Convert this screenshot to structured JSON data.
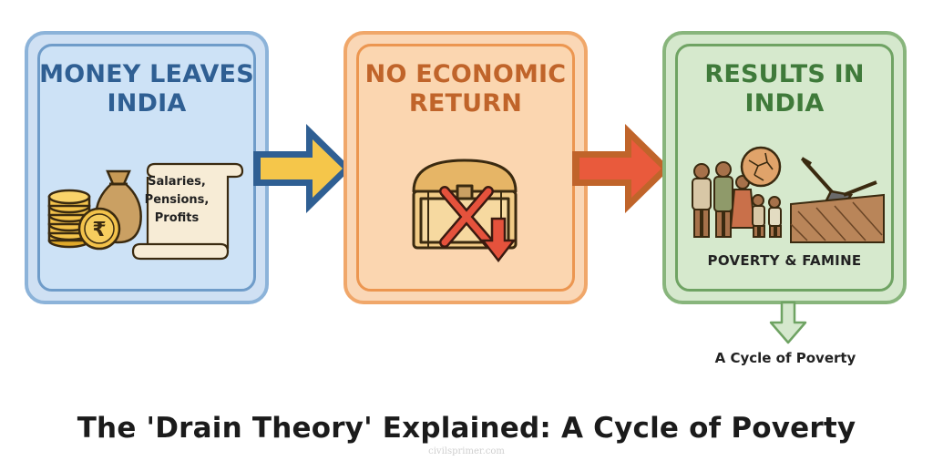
{
  "panels": {
    "money": {
      "title": "MONEY LEAVES\nINDIA",
      "scroll_lines": [
        "Salaries,",
        "Pensions,",
        "Profits"
      ],
      "currency_symbol": "₹",
      "icons": [
        "coin-stack-icon",
        "money-bag-icon",
        "rupee-coin-icon",
        "scroll-icon"
      ]
    },
    "no_return": {
      "title": "NO ECONOMIC\nRETURN",
      "icons": [
        "empty-treasure-chest-icon",
        "red-x-icon",
        "down-arrow-icon"
      ]
    },
    "results": {
      "title": "RESULTS IN\nINDIA",
      "caption": "POVERTY & FAMINE",
      "icons": [
        "family-group-icon",
        "cracked-earth-icon",
        "plough-icon",
        "dry-field-icon"
      ]
    }
  },
  "arrows": [
    {
      "name": "arrow-money-to-no-return",
      "color": "#f5c64a"
    },
    {
      "name": "arrow-no-return-to-results",
      "color": "#e95a3c"
    }
  ],
  "cycle_label": "A Cycle of Poverty",
  "main_title": "The 'Drain Theory' Explained: A Cycle of Poverty",
  "watermark": "civilsprimer.com",
  "colors": {
    "blue_panel": "#cfe0f3",
    "orange_panel": "#fad7b6",
    "green_panel": "#d5e8cd",
    "yellow_arrow": "#f5c64a",
    "red_arrow": "#e95a3c"
  }
}
